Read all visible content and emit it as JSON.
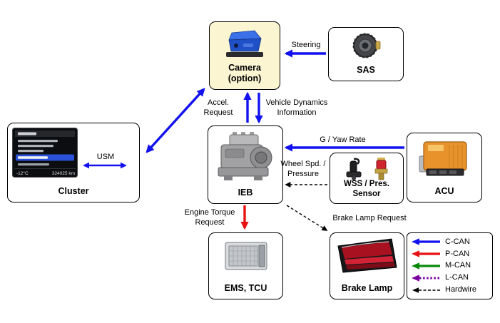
{
  "colors": {
    "c_can": "#1212ef",
    "p_can": "#e81212",
    "m_can": "#0a8a0a",
    "l_can": "#7a00a0",
    "hardwire": "#000000",
    "camera_box_fill": "#fbf5d2"
  },
  "nodes": {
    "cluster": {
      "label": "Cluster"
    },
    "camera": {
      "label": "Camera\n(option)"
    },
    "sas": {
      "label": "SAS"
    },
    "ieb": {
      "label": "IEB"
    },
    "wss": {
      "label": "WSS / Pres.\nSensor"
    },
    "acu": {
      "label": "ACU"
    },
    "ems_tcu": {
      "label": "EMS, TCU"
    },
    "brake_lamp": {
      "label": "Brake Lamp"
    }
  },
  "cluster_screen": {
    "temp": "-12°C",
    "odo": "324025 km"
  },
  "edge_labels": {
    "steering": "Steering",
    "usm": "USM",
    "accel_request": "Accel.\nRequest",
    "vehicle_dynamics": "Vehicle Dynamics\nInformation",
    "g_yaw_rate": "G / Yaw Rate",
    "wheel_spd_pressure": "Wheel Spd. /\nPressure",
    "brake_lamp_request": "Brake Lamp Request",
    "engine_torque_request": "Engine Torque\nRequest"
  },
  "legend": {
    "items": [
      {
        "label": "C-CAN",
        "color": "#1212ef",
        "style": "solid"
      },
      {
        "label": "P-CAN",
        "color": "#e81212",
        "style": "solid"
      },
      {
        "label": "M-CAN",
        "color": "#0a8a0a",
        "style": "solid"
      },
      {
        "label": "L-CAN",
        "color": "#7a00a0",
        "style": "dashed"
      },
      {
        "label": "Hardwire",
        "color": "#000000",
        "style": "dashed"
      }
    ]
  }
}
